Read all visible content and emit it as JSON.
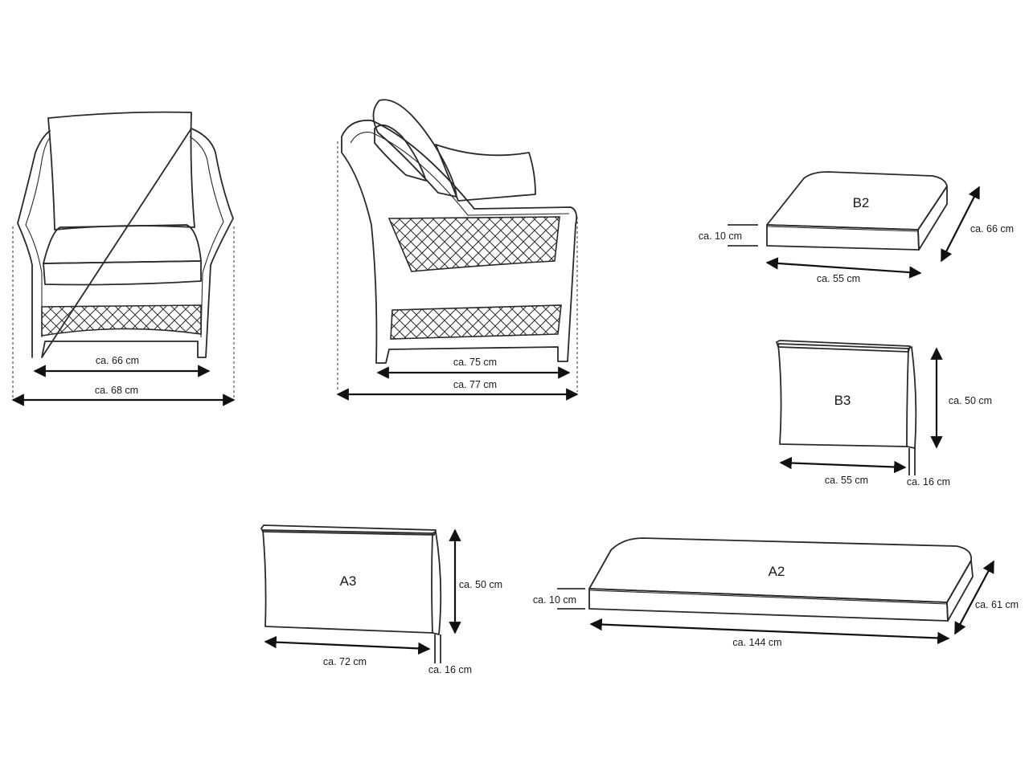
{
  "chair_front": {
    "inner_width": "ca. 66 cm",
    "outer_width": "ca. 68 cm"
  },
  "chair_side": {
    "inner_depth": "ca. 75 cm",
    "outer_depth": "ca. 77 cm"
  },
  "cushion_b2": {
    "label": "B2",
    "thickness": "ca. 10 cm",
    "width": "ca. 55 cm",
    "depth": "ca. 66 cm"
  },
  "cushion_b3": {
    "label": "B3",
    "height": "ca. 50 cm",
    "width": "ca. 55 cm",
    "thickness": "ca. 16 cm"
  },
  "cushion_a3": {
    "label": "A3",
    "height": "ca. 50 cm",
    "width": "ca. 72 cm",
    "thickness": "ca. 16 cm"
  },
  "cushion_a2": {
    "label": "A2",
    "thickness": "ca. 10 cm",
    "width": "ca. 144 cm",
    "depth": "ca. 61 cm"
  }
}
